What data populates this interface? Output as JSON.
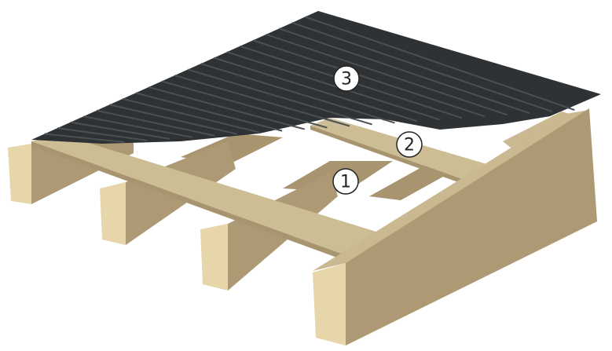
{
  "diagram": {
    "labels": [
      {
        "id": "joist",
        "text": "1"
      },
      {
        "id": "batten",
        "text": "2"
      },
      {
        "id": "roof-sheet",
        "text": "3"
      }
    ],
    "colors": {
      "wood_top": "#c9b890",
      "wood_end": "#e6d6aa",
      "wood_side": "#ad9a74",
      "sheet": "#2e3235",
      "sheet_ridge": "#4a5054",
      "label_fill": "#ffffff"
    }
  }
}
